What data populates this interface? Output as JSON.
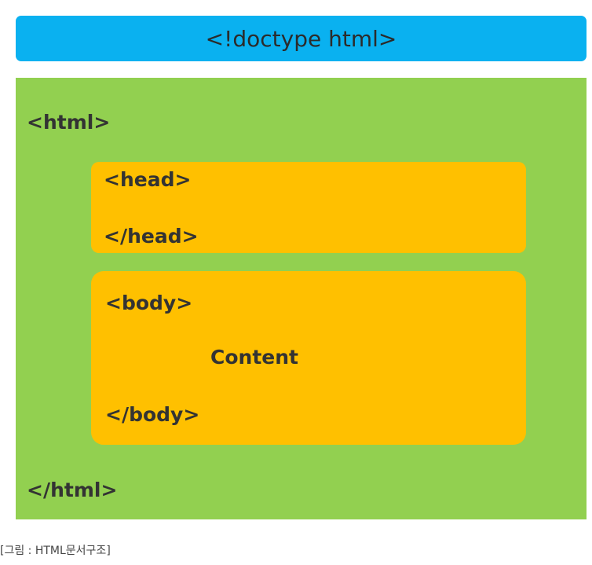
{
  "diagram": {
    "doctype_label": "<!doctype html>",
    "html_open": "<html>",
    "html_close": "</html>",
    "head_open": "<head>",
    "head_close": "</head>",
    "body_open": "<body>",
    "body_content": "Content",
    "body_close": "</body>"
  },
  "caption": "[그림 : HTML문서구조]",
  "colors": {
    "doctype_bg": "#0AB1F0",
    "html_bg": "#92D050",
    "section_bg": "#FFC000",
    "text": "#333333"
  }
}
